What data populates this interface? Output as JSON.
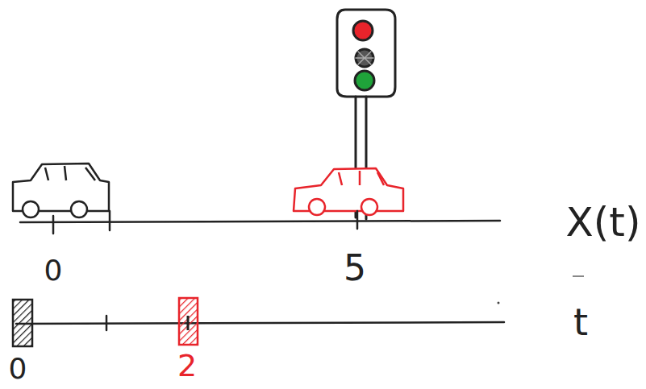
{
  "diagram": {
    "labels": [
      "0",
      "5",
      "X(t)",
      "0",
      "2",
      "t"
    ]
  }
}
